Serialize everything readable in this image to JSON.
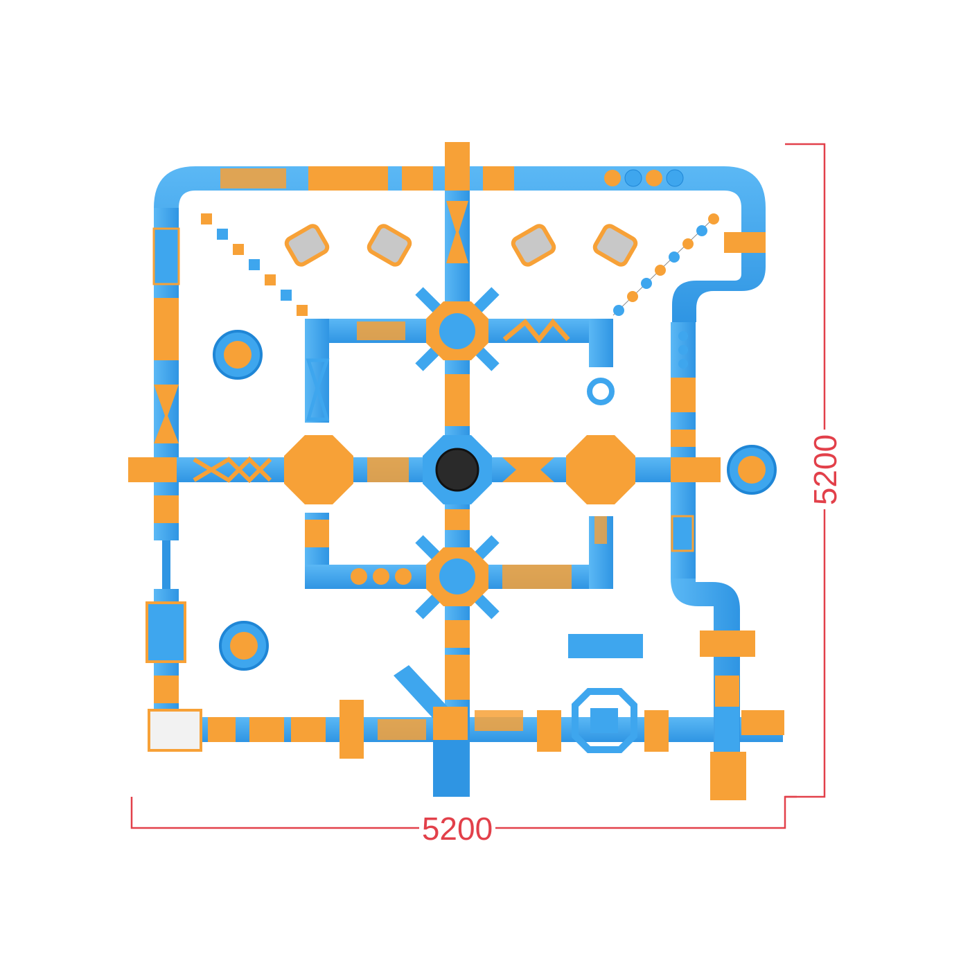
{
  "dimensions": {
    "width_label": "5200",
    "height_label": "5200"
  },
  "colors": {
    "blue": "#3ea6ee",
    "blue_dark": "#1f86d6",
    "orange": "#f7a137",
    "orange_dark": "#ef8a1c",
    "dimension_line": "#e2404a",
    "trampoline": "#2a2a2a"
  },
  "icons": {
    "platform": "octagon-platform",
    "hub": "star-hub",
    "pod": "round-pod",
    "drum": "roller-drum",
    "trampoline": "trampoline-circle",
    "slide": "slide"
  }
}
